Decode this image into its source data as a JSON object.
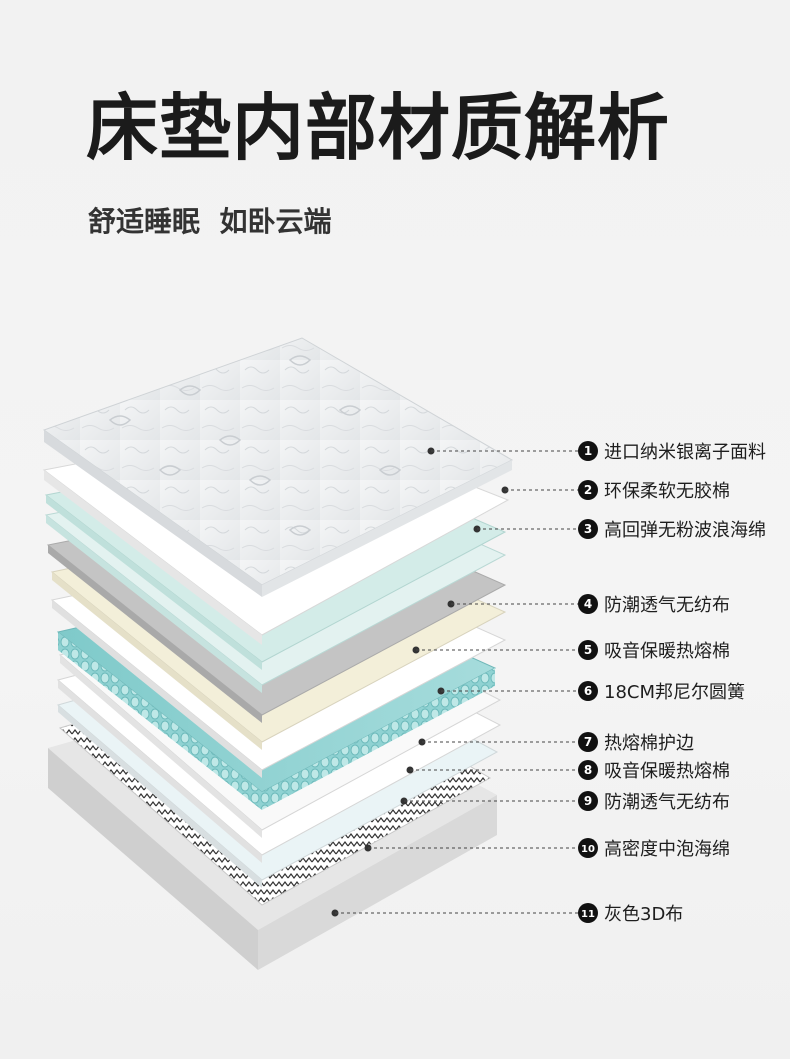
{
  "header": {
    "title": "床垫内部材质解析",
    "subtitle": "舒适睡眠  如卧云端"
  },
  "layers": [
    {
      "num": "1",
      "label": "进口纳米银离子面料"
    },
    {
      "num": "2",
      "label": "环保柔软无胶棉"
    },
    {
      "num": "3",
      "label": "高回弹无粉波浪海绵"
    },
    {
      "num": "4",
      "label": "防潮透气无纺布"
    },
    {
      "num": "5",
      "label": "吸音保暖热熔棉"
    },
    {
      "num": "6",
      "label": "18CM邦尼尔圆簧"
    },
    {
      "num": "7",
      "label": "热熔棉护边"
    },
    {
      "num": "8",
      "label": "吸音保暖热熔棉"
    },
    {
      "num": "9",
      "label": "防潮透气无纺布"
    },
    {
      "num": "10",
      "label": "高密度中泡海绵"
    },
    {
      "num": "11",
      "label": "灰色3D布"
    }
  ],
  "colors": {
    "background": "#f2f2f2",
    "fabric_top": "#eef0f1",
    "felt": "#f7f7f7",
    "wave_foam": "#cfe9e6",
    "nonwoven": "#bdbdbd",
    "cotton": "#f3efd9",
    "spring": "#86cfd0",
    "foam": "#ffffff",
    "fabric_3d": "#d8d8d8"
  }
}
